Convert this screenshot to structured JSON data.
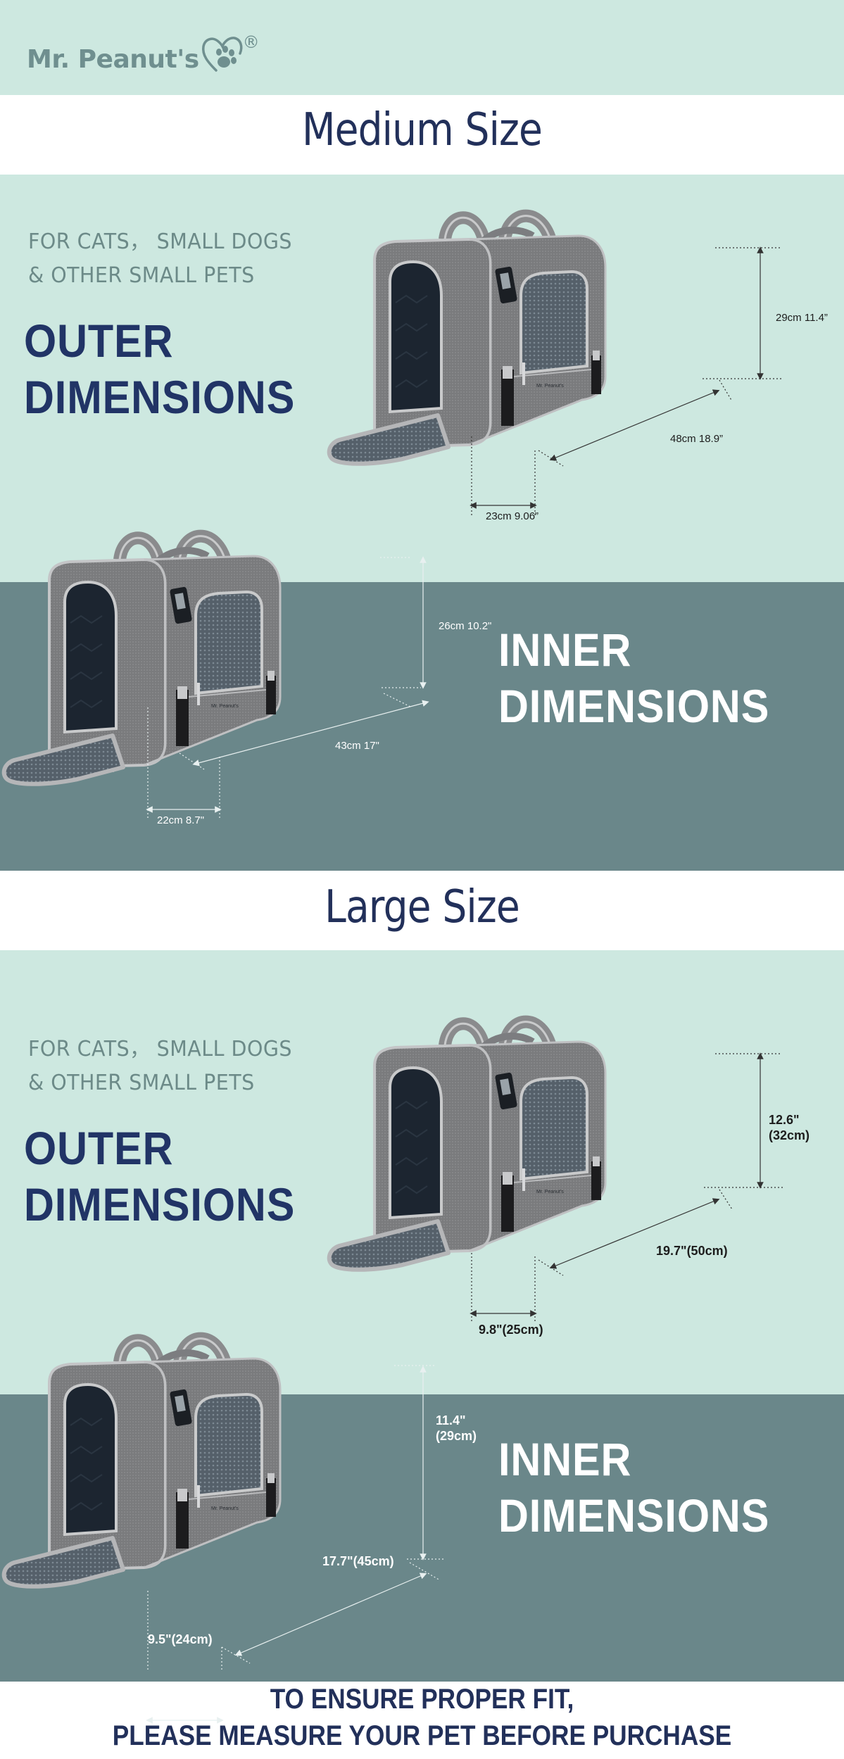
{
  "brand": {
    "name": "Mr. Peanut's",
    "registered": "®",
    "logo_icon": "heart-paw-icon"
  },
  "colors": {
    "mint": "#cde8e0",
    "teal": "#6a878a",
    "navy": "#22305a",
    "brand_gray": "#6f8f8f"
  },
  "sections": [
    {
      "title": "Medium Size",
      "audience_line1": "FOR CATS， SMALL DOGS",
      "audience_line2": "& OTHER SMALL PETS",
      "outer": {
        "heading_line1": "OUTER",
        "heading_line2": "DIMENSIONS",
        "height": "29cm 11.4”",
        "length": "48cm 18.9”",
        "width": "23cm 9.06”"
      },
      "inner": {
        "heading_line1": "INNER",
        "heading_line2": "DIMENSIONS",
        "height": "26cm 10.2\"",
        "length": "43cm 17\"",
        "width": "22cm 8.7\""
      }
    },
    {
      "title": "Large Size",
      "audience_line1": "FOR CATS， SMALL DOGS",
      "audience_line2": "& OTHER SMALL PETS",
      "outer": {
        "heading_line1": "OUTER",
        "heading_line2": "DIMENSIONS",
        "height_line1": "12.6\"",
        "height_line2": "(32cm)",
        "length": "19.7\"(50cm)",
        "width": "9.8\"(25cm)"
      },
      "inner": {
        "heading_line1": "INNER",
        "heading_line2": "DIMENSIONS",
        "height_line1": "11.4\"",
        "height_line2": "(29cm)",
        "length": "17.7\"(45cm)",
        "width": "9.5\"(24cm)"
      }
    }
  ],
  "footer": {
    "line1": "TO ENSURE PROPER FIT,",
    "line2": "PLEASE MEASURE YOUR PET BEFORE PURCHASE"
  }
}
